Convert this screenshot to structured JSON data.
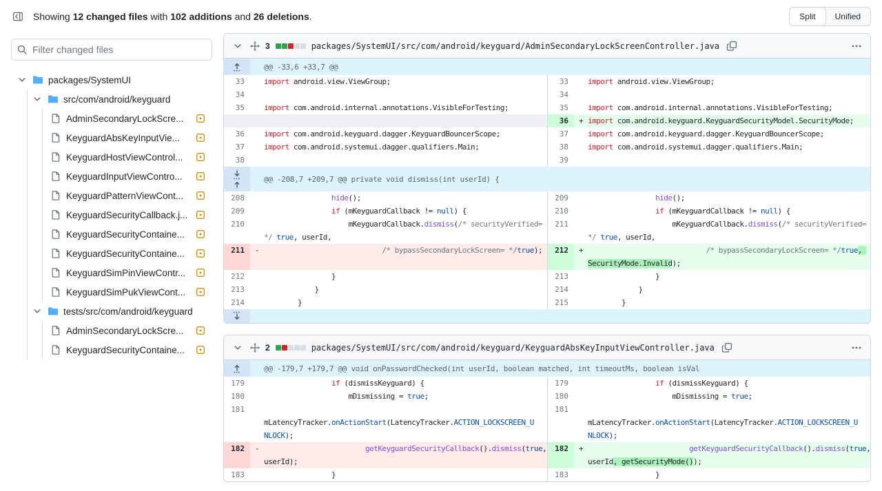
{
  "topbar": {
    "summary": {
      "s1": "Showing ",
      "files": "12 changed files",
      "s2": " with ",
      "adds": "102 additions",
      "s3": " and ",
      "dels": "26 deletions",
      "s4": "."
    },
    "view_modes": [
      {
        "label": "Split",
        "selected": true
      },
      {
        "label": "Unified",
        "selected": false
      }
    ]
  },
  "sidebar": {
    "filter_placeholder": "Filter changed files",
    "tree": [
      {
        "type": "folder",
        "level": 0,
        "label": "packages/SystemUI"
      },
      {
        "type": "folder",
        "level": 1,
        "label": "src/com/android/keyguard"
      },
      {
        "type": "file",
        "level": 2,
        "label": "AdminSecondaryLockScre...",
        "status": "modified"
      },
      {
        "type": "file",
        "level": 2,
        "label": "KeyguardAbsKeyInputVie...",
        "status": "modified"
      },
      {
        "type": "file",
        "level": 2,
        "label": "KeyguardHostViewControl...",
        "status": "modified"
      },
      {
        "type": "file",
        "level": 2,
        "label": "KeyguardInputViewContro...",
        "status": "modified"
      },
      {
        "type": "file",
        "level": 2,
        "label": "KeyguardPatternViewCont...",
        "status": "modified"
      },
      {
        "type": "file",
        "level": 2,
        "label": "KeyguardSecurityCallback.j...",
        "status": "modified"
      },
      {
        "type": "file",
        "level": 2,
        "label": "KeyguardSecurityContaine...",
        "status": "modified"
      },
      {
        "type": "file",
        "level": 2,
        "label": "KeyguardSecurityContaine...",
        "status": "modified"
      },
      {
        "type": "file",
        "level": 2,
        "label": "KeyguardSimPinViewContr...",
        "status": "modified"
      },
      {
        "type": "file",
        "level": 2,
        "label": "KeyguardSimPukViewCont...",
        "status": "modified"
      },
      {
        "type": "folder",
        "level": 1,
        "label": "tests/src/com/android/keyguard"
      },
      {
        "type": "file",
        "level": 2,
        "label": "AdminSecondaryLockScre...",
        "status": "modified"
      },
      {
        "type": "file",
        "level": 2,
        "label": "KeyguardSecurityContaine...",
        "status": "modified"
      }
    ]
  },
  "colors": {
    "addition": "#2da44e",
    "deletion": "#cf222e",
    "neutral_block": "#d8dee4",
    "modified_badge": "#bf8700",
    "folder_icon": "#54aeff",
    "accent_blue": "#0969da"
  },
  "diffs": [
    {
      "changes_count": "3",
      "blocks": [
        "g",
        "g",
        "r",
        "n",
        "n"
      ],
      "path": "packages/SystemUI/src/com/android/keyguard/AdminSecondaryLockScreenController.java",
      "rows": [
        {
          "t": "hunk",
          "exp": "up",
          "text": "@@ -33,6 +33,7 @@"
        },
        {
          "t": "code",
          "l": {
            "n": "33",
            "seg": [
              [
                "k",
                "import"
              ],
              [
                "p",
                " android.view.ViewGroup;"
              ]
            ]
          },
          "r": {
            "n": "33",
            "seg": [
              [
                "k",
                "import"
              ],
              [
                "p",
                " android.view.ViewGroup;"
              ]
            ]
          }
        },
        {
          "t": "code",
          "l": {
            "n": "34",
            "seg": []
          },
          "r": {
            "n": "34",
            "seg": []
          }
        },
        {
          "t": "code",
          "l": {
            "n": "35",
            "seg": [
              [
                "k",
                "import"
              ],
              [
                "p",
                " com.android.internal.annotations.VisibleForTesting;"
              ]
            ]
          },
          "r": {
            "n": "35",
            "seg": [
              [
                "k",
                "import"
              ],
              [
                "p",
                " com.android.internal.annotations.VisibleForTesting;"
              ]
            ]
          }
        },
        {
          "t": "code",
          "l": {
            "bg": "empty"
          },
          "r": {
            "n": "36",
            "bg": "add",
            "mark": "+",
            "seg": [
              [
                "k",
                "import"
              ],
              [
                "p",
                " com.android.keyguard.KeyguardSecurityModel.SecurityMode;"
              ]
            ]
          }
        },
        {
          "t": "code",
          "l": {
            "n": "36",
            "seg": [
              [
                "k",
                "import"
              ],
              [
                "p",
                " com.android.keyguard.dagger.KeyguardBouncerScope;"
              ]
            ]
          },
          "r": {
            "n": "37",
            "seg": [
              [
                "k",
                "import"
              ],
              [
                "p",
                " com.android.keyguard.dagger.KeyguardBouncerScope;"
              ]
            ]
          }
        },
        {
          "t": "code",
          "l": {
            "n": "37",
            "seg": [
              [
                "k",
                "import"
              ],
              [
                "p",
                " com.android.systemui.dagger.qualifiers.Main;"
              ]
            ]
          },
          "r": {
            "n": "38",
            "seg": [
              [
                "k",
                "import"
              ],
              [
                "p",
                " com.android.systemui.dagger.qualifiers.Main;"
              ]
            ]
          }
        },
        {
          "t": "code",
          "l": {
            "n": "38",
            "seg": []
          },
          "r": {
            "n": "39",
            "seg": []
          }
        },
        {
          "t": "hunk",
          "exp": "both",
          "text": "@@ -208,7 +209,7 @@ private void dismiss(int userId) {"
        },
        {
          "t": "code",
          "l": {
            "n": "208",
            "seg": [
              [
                "p",
                "                "
              ],
              [
                "f",
                "hide"
              ],
              [
                "p",
                "();"
              ]
            ]
          },
          "r": {
            "n": "209",
            "seg": [
              [
                "p",
                "                "
              ],
              [
                "f",
                "hide"
              ],
              [
                "p",
                "();"
              ]
            ]
          }
        },
        {
          "t": "code",
          "l": {
            "n": "209",
            "seg": [
              [
                "p",
                "                "
              ],
              [
                "k",
                "if"
              ],
              [
                "p",
                " (mKeyguardCallback != "
              ],
              [
                "c",
                "null"
              ],
              [
                "p",
                ") {"
              ]
            ]
          },
          "r": {
            "n": "210",
            "seg": [
              [
                "p",
                "                "
              ],
              [
                "k",
                "if"
              ],
              [
                "p",
                " (mKeyguardCallback != "
              ],
              [
                "c",
                "null"
              ],
              [
                "p",
                ") {"
              ]
            ]
          }
        },
        {
          "t": "code",
          "l": {
            "n": "210",
            "seg": [
              [
                "p",
                "                    mKeyguardCallback."
              ],
              [
                "f",
                "dismiss"
              ],
              [
                "p",
                "("
              ],
              [
                "m",
                "/* securityVerified="
              ]
            ]
          },
          "r": {
            "n": "211",
            "seg": [
              [
                "p",
                "                    mKeyguardCallback."
              ],
              [
                "f",
                "dismiss"
              ],
              [
                "p",
                "("
              ],
              [
                "m",
                "/* securityVerified="
              ]
            ]
          }
        },
        {
          "t": "code",
          "l": {
            "seg": [
              [
                "m",
                "*/"
              ],
              [
                "p",
                " "
              ],
              [
                "c",
                "true"
              ],
              [
                "p",
                ", userId,"
              ]
            ]
          },
          "r": {
            "seg": [
              [
                "m",
                "*/"
              ],
              [
                "p",
                " "
              ],
              [
                "c",
                "true"
              ],
              [
                "p",
                ", userId,"
              ]
            ]
          }
        },
        {
          "t": "code",
          "l": {
            "n": "211",
            "bg": "del",
            "mark": "-",
            "seg": [
              [
                "p",
                "                            "
              ],
              [
                "m",
                "/* bypassSecondaryLockScreen= */"
              ],
              [
                "c",
                "true"
              ],
              [
                "p",
                ");"
              ]
            ]
          },
          "r": {
            "n": "212",
            "bg": "add",
            "mark": "+",
            "seg": [
              [
                "p",
                "                            "
              ],
              [
                "m",
                "/* bypassSecondaryLockScreen= */"
              ],
              [
                "c",
                "true"
              ],
              [
                "p h",
                ", "
              ]
            ]
          }
        },
        {
          "t": "code",
          "l": {
            "bg": "del",
            "seg": []
          },
          "r": {
            "bg": "add",
            "seg": [
              [
                "p h",
                "SecurityMode.Invalid"
              ],
              [
                "p",
                ");"
              ]
            ]
          }
        },
        {
          "t": "code",
          "l": {
            "n": "212",
            "seg": [
              [
                "p",
                "                }"
              ]
            ]
          },
          "r": {
            "n": "213",
            "seg": [
              [
                "p",
                "                }"
              ]
            ]
          }
        },
        {
          "t": "code",
          "l": {
            "n": "213",
            "seg": [
              [
                "p",
                "            }"
              ]
            ]
          },
          "r": {
            "n": "214",
            "seg": [
              [
                "p",
                "            }"
              ]
            ]
          }
        },
        {
          "t": "code",
          "l": {
            "n": "214",
            "seg": [
              [
                "p",
                "        }"
              ]
            ]
          },
          "r": {
            "n": "215",
            "seg": [
              [
                "p",
                "        }"
              ]
            ]
          }
        },
        {
          "t": "expand-bottom"
        }
      ]
    },
    {
      "changes_count": "2",
      "blocks": [
        "g",
        "r",
        "n",
        "n",
        "n"
      ],
      "path": "packages/SystemUI/src/com/android/keyguard/KeyguardAbsKeyInputViewController.java",
      "rows": [
        {
          "t": "hunk",
          "exp": "up",
          "text": "@@ -179,7 +179,7 @@ void onPasswordChecked(int userId, boolean matched, int timeoutMs, boolean isVal"
        },
        {
          "t": "code",
          "l": {
            "n": "179",
            "seg": [
              [
                "p",
                "                "
              ],
              [
                "k",
                "if"
              ],
              [
                "p",
                " (dismissKeyguard) {"
              ]
            ]
          },
          "r": {
            "n": "179",
            "seg": [
              [
                "p",
                "                "
              ],
              [
                "k",
                "if"
              ],
              [
                "p",
                " (dismissKeyguard) {"
              ]
            ]
          }
        },
        {
          "t": "code",
          "l": {
            "n": "180",
            "seg": [
              [
                "p",
                "                    mDismissing = "
              ],
              [
                "c",
                "true"
              ],
              [
                "p",
                ";"
              ]
            ]
          },
          "r": {
            "n": "180",
            "seg": [
              [
                "p",
                "                    mDismissing = "
              ],
              [
                "c",
                "true"
              ],
              [
                "p",
                ";"
              ]
            ]
          }
        },
        {
          "t": "code",
          "l": {
            "n": "181",
            "seg": []
          },
          "r": {
            "n": "181",
            "seg": []
          }
        },
        {
          "t": "code",
          "l": {
            "seg": [
              [
                "p",
                "mLatencyTracker."
              ],
              [
                "c",
                "onActionStart"
              ],
              [
                "p",
                "(LatencyTracker."
              ],
              [
                "c",
                "ACTION_LOCKSCREEN_U"
              ]
            ]
          },
          "r": {
            "seg": [
              [
                "p",
                "mLatencyTracker."
              ],
              [
                "c",
                "onActionStart"
              ],
              [
                "p",
                "(LatencyTracker."
              ],
              [
                "c",
                "ACTION_LOCKSCREEN_U"
              ]
            ]
          }
        },
        {
          "t": "code",
          "l": {
            "seg": [
              [
                "c",
                "NLOCK"
              ],
              [
                "p",
                ");"
              ]
            ]
          },
          "r": {
            "seg": [
              [
                "c",
                "NLOCK"
              ],
              [
                "p",
                ");"
              ]
            ]
          }
        },
        {
          "t": "code",
          "l": {
            "n": "182",
            "bg": "del",
            "mark": "-",
            "seg": [
              [
                "p",
                "                        "
              ],
              [
                "f",
                "getKeyguardSecurityCallback"
              ],
              [
                "p",
                "()."
              ],
              [
                "f",
                "dismiss"
              ],
              [
                "p",
                "("
              ],
              [
                "c",
                "true"
              ],
              [
                "p",
                ","
              ]
            ]
          },
          "r": {
            "n": "182",
            "bg": "add",
            "mark": "+",
            "seg": [
              [
                "p",
                "                        "
              ],
              [
                "f",
                "getKeyguardSecurityCallback"
              ],
              [
                "p",
                "()."
              ],
              [
                "f",
                "dismiss"
              ],
              [
                "p",
                "("
              ],
              [
                "c",
                "true"
              ],
              [
                "p",
                ","
              ]
            ]
          }
        },
        {
          "t": "code",
          "l": {
            "bg": "del",
            "seg": [
              [
                "p",
                "userId);"
              ]
            ]
          },
          "r": {
            "bg": "add",
            "seg": [
              [
                "p",
                "userId"
              ],
              [
                "p h",
                ", getSecurityMode()"
              ],
              [
                "p",
                ");"
              ]
            ]
          }
        },
        {
          "t": "code",
          "l": {
            "n": "183",
            "seg": [
              [
                "p",
                "                }"
              ]
            ]
          },
          "r": {
            "n": "183",
            "seg": [
              [
                "p",
                "                }"
              ]
            ]
          }
        }
      ]
    }
  ]
}
